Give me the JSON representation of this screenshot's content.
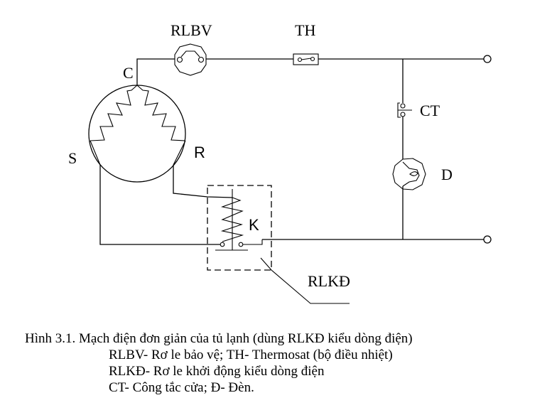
{
  "diagram": {
    "title": "Simple refrigerator electrical circuit",
    "labels": {
      "rlbv": "RLBV",
      "th": "TH",
      "c": "C",
      "s": "S",
      "r": "R",
      "k": "K",
      "ct": "CT",
      "d": "D",
      "rlkd": "RLKĐ"
    },
    "components": [
      {
        "id": "rlbv",
        "name": "Rơ le bảo vệ"
      },
      {
        "id": "th",
        "name": "Thermosat"
      },
      {
        "id": "compressor-motor",
        "name": "Compressor motor windings",
        "terminals": [
          "C",
          "S",
          "R"
        ]
      },
      {
        "id": "rlkd",
        "name": "Rơ le khởi động kiểu dòng điện",
        "coil": "K"
      },
      {
        "id": "ct",
        "name": "Công tắc cửa"
      },
      {
        "id": "d",
        "name": "Đèn"
      }
    ]
  },
  "caption": {
    "line1": "Hình 3.1. Mạch điện đơn giản của tủ lạnh (dùng RLKĐ kiểu dòng điện)",
    "line2": "RLBV- Rơ le bảo vệ; TH- Thermosat (bộ điều nhiệt)",
    "line3": "RLKĐ- Rơ le khởi động kiểu dòng điện",
    "line4": "CT- Công tắc cửa; Đ- Đèn."
  }
}
